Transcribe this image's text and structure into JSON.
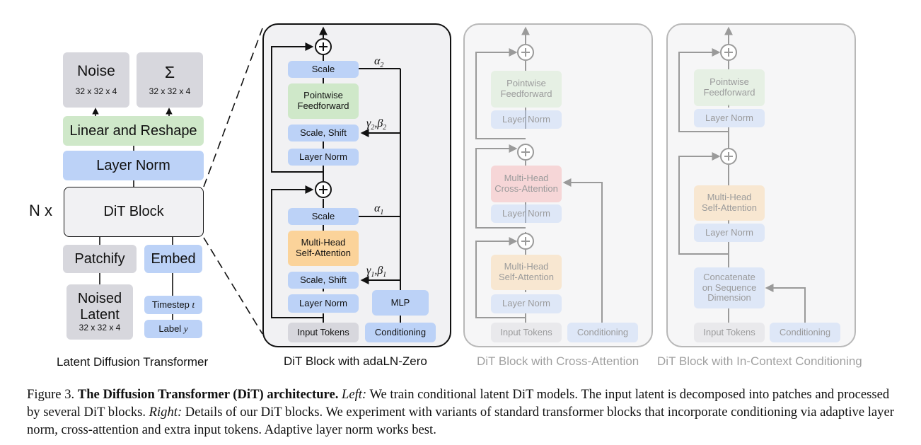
{
  "left": {
    "noise_label": "Noise",
    "noise_dims": "32 x 32 x 4",
    "sigma_label": "Σ",
    "sigma_dims": "32 x 32 x 4",
    "linear_reshape": "Linear and Reshape",
    "layer_norm": "Layer Norm",
    "nx": "N x",
    "dit_block": "DiT Block",
    "patchify": "Patchify",
    "embed": "Embed",
    "noised_latent_line1": "Noised",
    "noised_latent_line2": "Latent",
    "noised_latent_dims": "32 x 32 x 4",
    "timestep_label": "Timestep",
    "timestep_var": "t",
    "label_label": "Label",
    "label_var": "y",
    "caption": "Latent Diffusion Transformer"
  },
  "adaln": {
    "scale_top": "Scale",
    "pointwise_ff_1": "Pointwise",
    "pointwise_ff_2": "Feedforward",
    "scale_shift_top": "Scale, Shift",
    "layer_norm_top": "Layer Norm",
    "scale_bottom": "Scale",
    "mhsa_1": "Multi-Head",
    "mhsa_2": "Self-Attention",
    "scale_shift_bottom": "Scale, Shift",
    "layer_norm_bottom": "Layer Norm",
    "mlp": "MLP",
    "input_tokens": "Input Tokens",
    "conditioning": "Conditioning",
    "alpha2": "α",
    "alpha2_sub": "2",
    "gb2_g": "γ",
    "gb2_g_sub": "2",
    "gb2_b": "β",
    "gb2_b_sub": "2",
    "alpha1": "α",
    "alpha1_sub": "1",
    "gb1_g": "γ",
    "gb1_g_sub": "1",
    "gb1_b": "β",
    "gb1_b_sub": "1",
    "caption": "DiT Block with adaLN-Zero"
  },
  "cross": {
    "pointwise_ff_1": "Pointwise",
    "pointwise_ff_2": "Feedforward",
    "layer_norm_1": "Layer Norm",
    "mhca_1": "Multi-Head",
    "mhca_2": "Cross-Attention",
    "layer_norm_2": "Layer Norm",
    "mhsa_1": "Multi-Head",
    "mhsa_2": "Self-Attention",
    "layer_norm_3": "Layer Norm",
    "input_tokens": "Input Tokens",
    "conditioning": "Conditioning",
    "caption": "DiT Block with Cross-Attention"
  },
  "incontext": {
    "pointwise_ff_1": "Pointwise",
    "pointwise_ff_2": "Feedforward",
    "layer_norm_1": "Layer Norm",
    "mhsa_1": "Multi-Head",
    "mhsa_2": "Self-Attention",
    "layer_norm_2": "Layer Norm",
    "concat_1": "Concatenate",
    "concat_2": "on Sequence",
    "concat_3": "Dimension",
    "input_tokens": "Input Tokens",
    "conditioning": "Conditioning",
    "caption": "DiT Block with In-Context Conditioning"
  },
  "figure_caption": {
    "figure_label": "Figure 3.",
    "title": "The Diffusion Transformer (DiT) architecture.",
    "left_label": "Left:",
    "left_text": "We train conditional latent DiT models. The input latent is decomposed into patches and processed by several DiT blocks.",
    "right_label": "Right:",
    "right_text": "Details of our DiT blocks. We experiment with variants of standard transformer blocks that incorporate conditioning via adaptive layer norm, cross-attention and extra input tokens. Adaptive layer norm works best."
  },
  "colors": {
    "gray_box": "#d7d7dd",
    "green_box": "#cfe8c9",
    "blue_box": "#bcd2f7",
    "orange_box": "#fbd39a",
    "panel_bg": "#f1f1f3"
  }
}
